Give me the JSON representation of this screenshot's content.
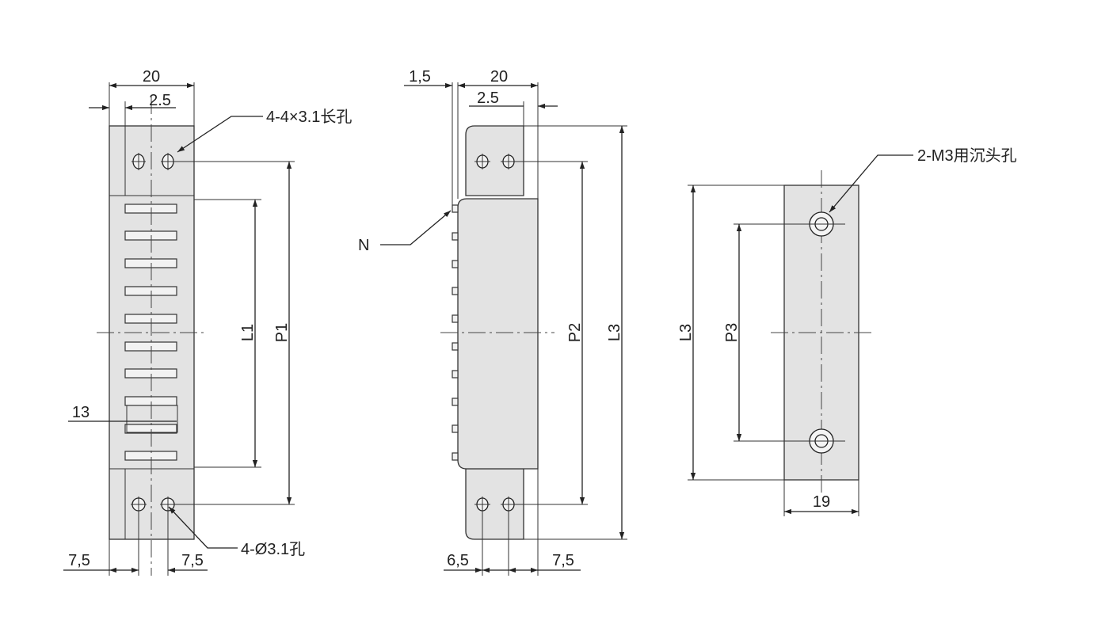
{
  "labels": {
    "v1_width": "20",
    "v1_offset": "2.5",
    "v1_slot_holes": "4-4×3.1长孔",
    "v1_l1": "L1",
    "v1_p1": "P1",
    "v1_slot": "13",
    "v1_left_edge": "7,5",
    "v1_hole_spacing": "7,5",
    "v1_round_holes": "4-Ø3.1孔",
    "v2_thickness": "1,5",
    "v2_width": "20",
    "v2_offset": "2.5",
    "v2_n": "N",
    "v2_p2": "P2",
    "v2_l3": "L3",
    "v2_left_edge": "6,5",
    "v2_right_edge": "7,5",
    "v3_holes": "2-M3用沉头孔",
    "v3_l3": "L3",
    "v3_p3": "P3",
    "v3_width": "19"
  },
  "colors": {
    "body_fill": "#e3e3e3",
    "line": "#222222"
  }
}
